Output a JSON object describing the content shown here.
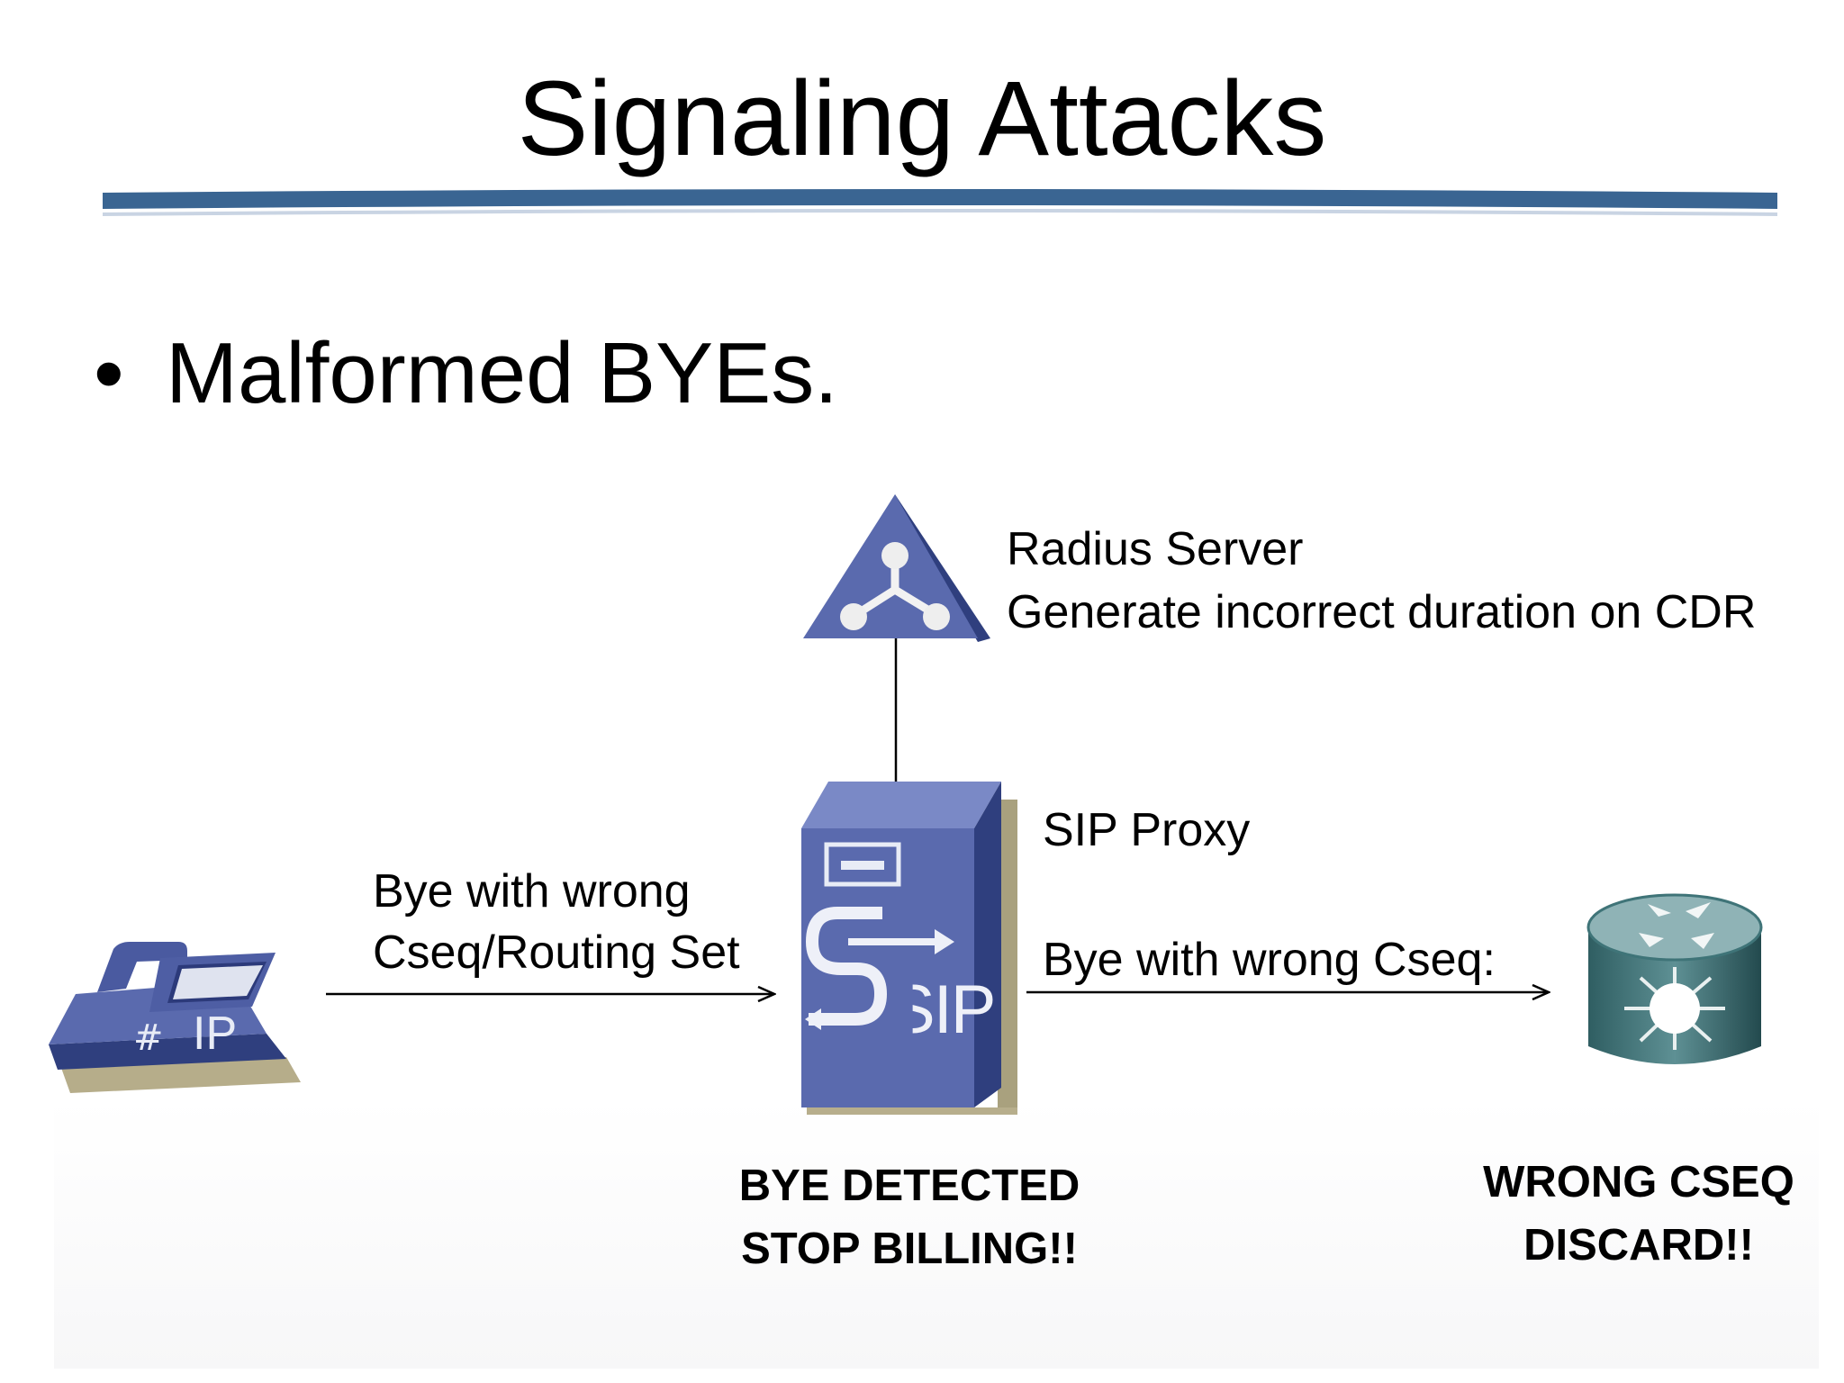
{
  "slide": {
    "title": "Signaling Attacks",
    "bullet": "Malformed BYEs.",
    "colors": {
      "rule": "#3a6592",
      "device": "#5a6aae",
      "router": "#3f7478"
    }
  },
  "diagram": {
    "radius": {
      "icon": "radius-server-icon",
      "name": "Radius Server",
      "note": "Generate incorrect duration on CDR"
    },
    "proxy": {
      "icon": "sip-proxy-icon",
      "name": "SIP Proxy",
      "badge": "SIP",
      "status_line1": "BYE DETECTED",
      "status_line2": "STOP BILLING!!"
    },
    "phone": {
      "icon": "ip-phone-icon",
      "badge": "IP"
    },
    "endpoint": {
      "icon": "router-icon",
      "status_line1": "WRONG CSEQ",
      "status_line2": "DISCARD!!"
    },
    "messages": {
      "phone_to_proxy_line1": "Bye with wrong",
      "phone_to_proxy_line2": "Cseq/Routing Set",
      "proxy_to_endpoint": "Bye with wrong Cseq:"
    }
  }
}
